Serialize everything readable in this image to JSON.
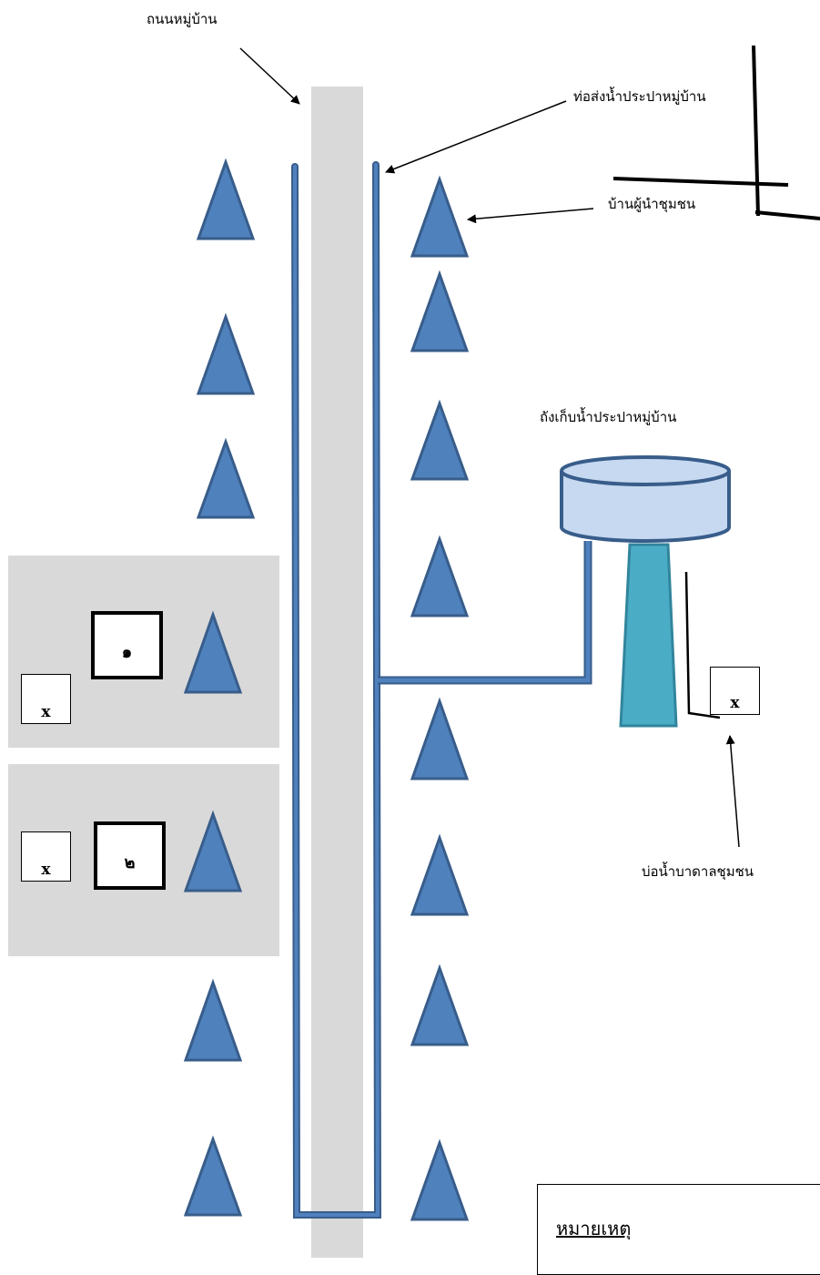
{
  "labels": {
    "road": "ถนนหมู่บ้าน",
    "pipe": "ท่อส่งน้ำประปาหมู่บ้าน",
    "leader_house": "บ้านผู้นำชุมชน",
    "tank": "ถังเก็บน้ำประปาหมู่บ้าน",
    "well": "บ่อน้ำบาดาลชุมชน"
  },
  "plots": [
    {
      "number": "๑",
      "well_mark": "x"
    },
    {
      "number": "๒",
      "well_mark": "x"
    }
  ],
  "community_well": {
    "mark": "x"
  },
  "legend": {
    "title": "หมายเหตุ"
  },
  "colors": {
    "house_fill": "#4f81bd",
    "house_stroke": "#385d8a",
    "pipe": "#4f81bd",
    "pipe_stroke": "#385d8a",
    "road": "#d9d9d9",
    "plot_area": "#d9d9d9",
    "tank_top": "#c6d9f1",
    "tower": "#4bacc6"
  }
}
